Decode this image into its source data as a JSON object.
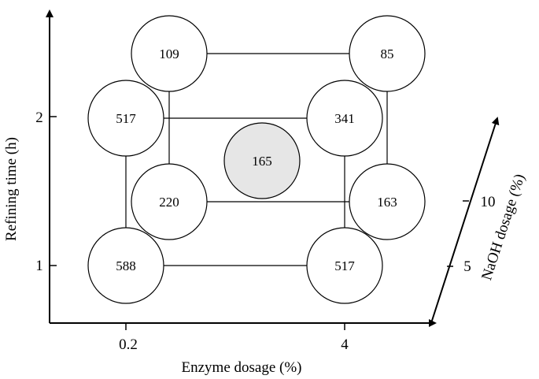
{
  "axes": {
    "x": {
      "title": "Enzyme dosage (%)",
      "ticks": [
        "0.2",
        "4"
      ]
    },
    "y": {
      "title": "Refining time (h)",
      "ticks": [
        "1",
        "2"
      ]
    },
    "z": {
      "title": "NaOH dosage (%)",
      "ticks": [
        "5",
        "10"
      ]
    }
  },
  "points": [
    {
      "label": "588",
      "fill": "#ffffff"
    },
    {
      "label": "517",
      "fill": "#ffffff"
    },
    {
      "label": "220",
      "fill": "#ffffff"
    },
    {
      "label": "163",
      "fill": "#ffffff"
    },
    {
      "label": "517",
      "fill": "#ffffff"
    },
    {
      "label": "341",
      "fill": "#ffffff"
    },
    {
      "label": "109",
      "fill": "#ffffff"
    },
    {
      "label": "85",
      "fill": "#ffffff"
    },
    {
      "label": "165",
      "fill": "#e6e6e6"
    }
  ]
}
